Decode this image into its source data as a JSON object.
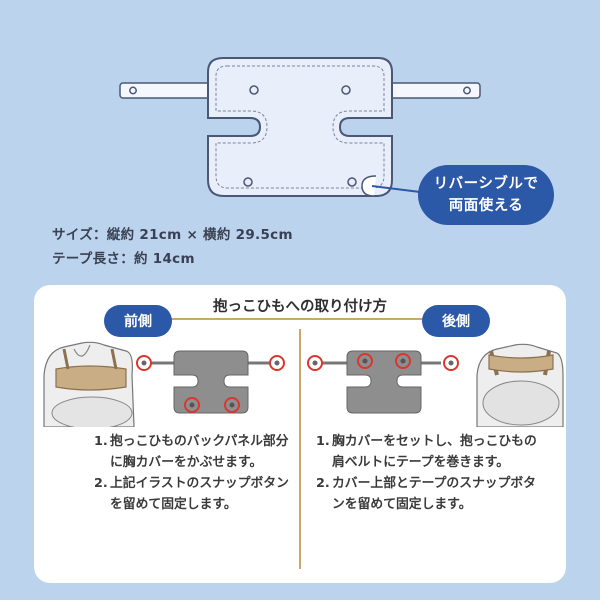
{
  "callout": {
    "line1": "リバーシブルで",
    "line2": "両面使える"
  },
  "specs": {
    "size": "サイズ：縦約 21cm × 横約 29.5cm",
    "tape": "テープ長さ：約 14cm"
  },
  "instructions": {
    "title": "抱っこひもへの取り付け方",
    "front": {
      "label": "前側",
      "steps": [
        {
          "num": "1.",
          "text": "抱っこひものバックパネル部分に胸カバーをかぶせます。"
        },
        {
          "num": "2.",
          "text": "上記イラストのスナップボタンを留めて固定します。"
        }
      ]
    },
    "back": {
      "label": "後側",
      "steps": [
        {
          "num": "1.",
          "text": "胸カバーをセットし、抱っこひもの肩ベルトにテープを巻きます。"
        },
        {
          "num": "2.",
          "text": "カバー上部とテープのスナップボタンを留めて固定します。"
        }
      ]
    }
  },
  "colors": {
    "background": "#bcd3ee",
    "accent": "#2c58a8",
    "highlight_ring": "#d9362f",
    "gold_line": "#c9a869",
    "cover_fill": "#e8eefa",
    "panel_gray": "#8e8e8e",
    "harness_beige": "#c9ad85"
  }
}
